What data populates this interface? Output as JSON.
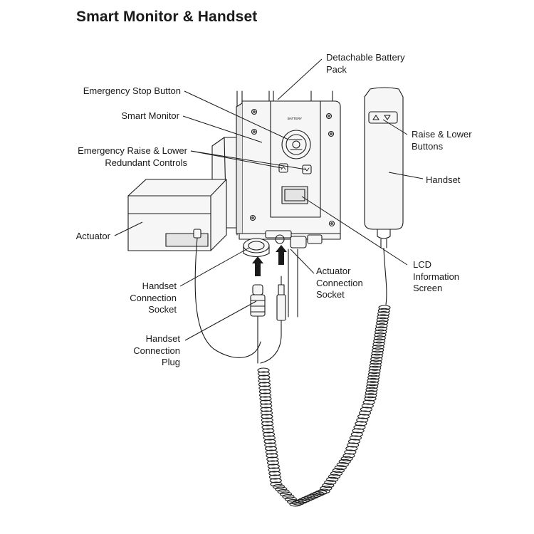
{
  "title": "Smart Monitor & Handset",
  "labels": {
    "detachable_battery_pack": [
      "Detachable Battery",
      "Pack"
    ],
    "emergency_stop_button": [
      "Emergency Stop Button"
    ],
    "smart_monitor": [
      "Smart Monitor"
    ],
    "emergency_raise_lower": [
      "Emergency Raise & Lower",
      "Redundant Controls"
    ],
    "raise_lower_buttons": [
      "Raise & Lower",
      "Buttons"
    ],
    "handset": [
      "Handset"
    ],
    "actuator": [
      "Actuator"
    ],
    "lcd_information_screen": [
      "LCD",
      "Information",
      "Screen"
    ],
    "actuator_connection_socket": [
      "Actuator",
      "Connection",
      "Socket"
    ],
    "handset_connection_socket": [
      "Handset",
      "Connection",
      "Socket"
    ],
    "handset_connection_plug": [
      "Handset",
      "Connection",
      "Plug"
    ]
  },
  "device": {
    "battery_text": "BATTERY"
  },
  "colors": {
    "line": "#1a1a1a",
    "fill_light": "#f6f6f6",
    "fill_shade": "#e4e4e4"
  }
}
